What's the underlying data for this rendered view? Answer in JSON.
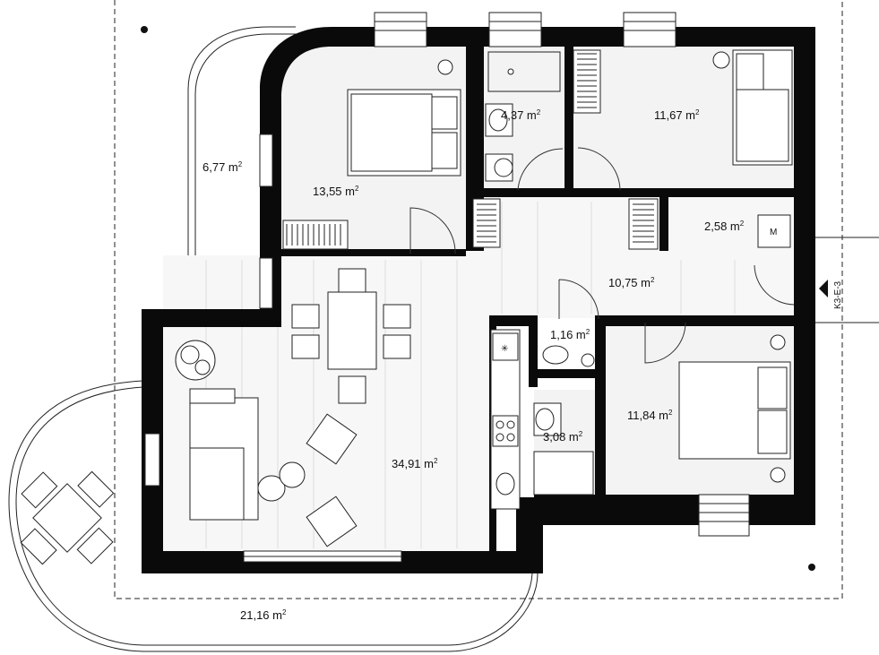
{
  "rooms": {
    "living": {
      "area": "34,91 m",
      "sup": "2"
    },
    "bedroom_left": {
      "area": "13,55 m",
      "sup": "2"
    },
    "bath_top": {
      "area": "4,37 m",
      "sup": "2"
    },
    "bedroom_top_right": {
      "area": "11,67 m",
      "sup": "2"
    },
    "storage": {
      "area": "2,58 m",
      "sup": "2"
    },
    "hall": {
      "area": "10,75 m",
      "sup": "2"
    },
    "wc": {
      "area": "1,16 m",
      "sup": "2"
    },
    "bath_small": {
      "area": "3,08 m",
      "sup": "2"
    },
    "bedroom_bottom_right": {
      "area": "11,84 m",
      "sup": "2"
    },
    "balcony": {
      "area": "6,77 m",
      "sup": "2"
    },
    "terrace": {
      "area": "21,16 m",
      "sup": "2"
    }
  },
  "labels": {
    "entrance_code": "K3-E-3",
    "appliance": "M"
  },
  "colors": {
    "wall": "#0a0a0a",
    "floor": "#f3f3f3",
    "line": "#222222"
  }
}
